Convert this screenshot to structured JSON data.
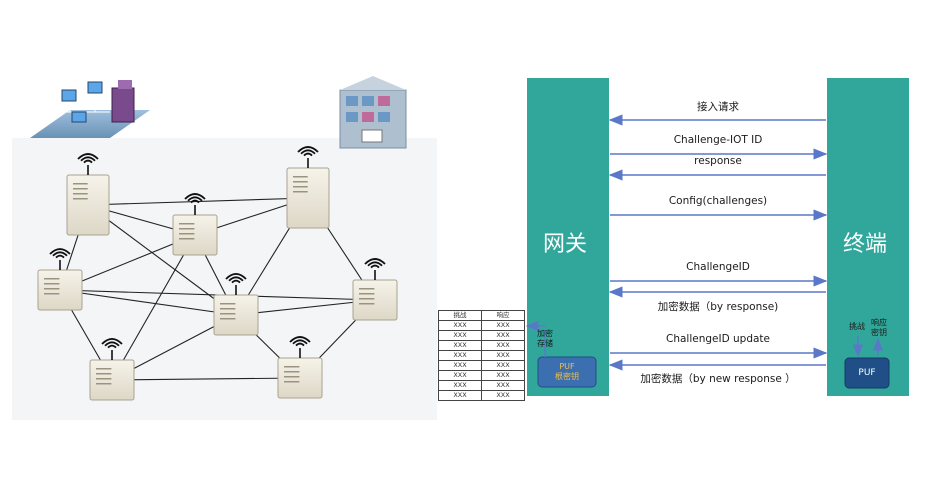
{
  "gateway_label": "网关",
  "terminal_label": "终端",
  "messages": [
    {
      "text": "接入请求",
      "dir": "to-gateway"
    },
    {
      "text": "Challenge-IOT ID",
      "dir": "to-terminal"
    },
    {
      "text": "response",
      "dir": "to-gateway"
    },
    {
      "text": "Config(challenges)",
      "dir": "to-terminal"
    },
    {
      "text": "ChallengeID",
      "dir": "to-terminal"
    },
    {
      "text": "加密数据（by response)",
      "dir": "to-gateway"
    },
    {
      "text": "ChallengeID update",
      "dir": "to-terminal"
    },
    {
      "text": "加密数据（by new response ）",
      "dir": "to-gateway"
    }
  ],
  "gateway_puf": {
    "line1": "PUF",
    "line2": "根密钥"
  },
  "gateway_store": {
    "line1": "加密",
    "line2": "存储"
  },
  "terminal_puf": {
    "label": "PUF"
  },
  "terminal_challenge": "挑战",
  "terminal_response": {
    "line1": "响应",
    "line2": "密钥"
  },
  "crp_table": {
    "headers": [
      "挑战",
      "响应"
    ],
    "rows": [
      [
        "XXX",
        "XXX"
      ],
      [
        "XXX",
        "XXX"
      ],
      [
        "XXX",
        "XXX"
      ],
      [
        "XXX",
        "XXX"
      ],
      [
        "XXX",
        "XXX"
      ],
      [
        "XXX",
        "XXX"
      ],
      [
        "XXX",
        "XXX"
      ],
      [
        "XXX",
        "XXX"
      ]
    ]
  },
  "colors": {
    "column": "#30a79a",
    "arrow": "#5b78c8",
    "puf_box": "#3b6fb0",
    "terminal_puf_box": "#1f4f86",
    "puf_text": "#f3c24a"
  },
  "network_devices": [
    {
      "kind": "large-gateway"
    },
    {
      "kind": "large-gateway"
    },
    {
      "kind": "node"
    },
    {
      "kind": "node"
    },
    {
      "kind": "node"
    },
    {
      "kind": "node"
    },
    {
      "kind": "node"
    },
    {
      "kind": "node"
    },
    {
      "kind": "node"
    }
  ]
}
